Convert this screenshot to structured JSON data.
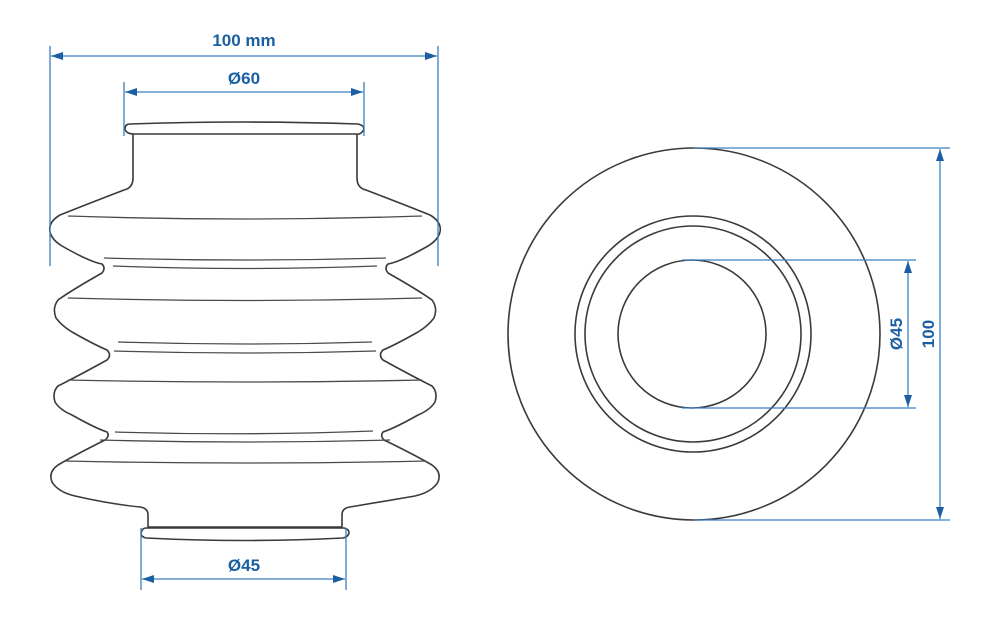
{
  "drawing": {
    "subject": "Bellows rubber boot",
    "side_view": {
      "overall_width_label": "100 mm",
      "top_diameter_label": "Ø60",
      "bottom_diameter_label": "Ø45"
    },
    "top_view": {
      "inner_diameter_label": "Ø45",
      "outer_diameter_label": "100"
    },
    "colors": {
      "dimension": "#1b5fa3",
      "outline": "#3a3a3a",
      "background": "#ffffff"
    }
  }
}
